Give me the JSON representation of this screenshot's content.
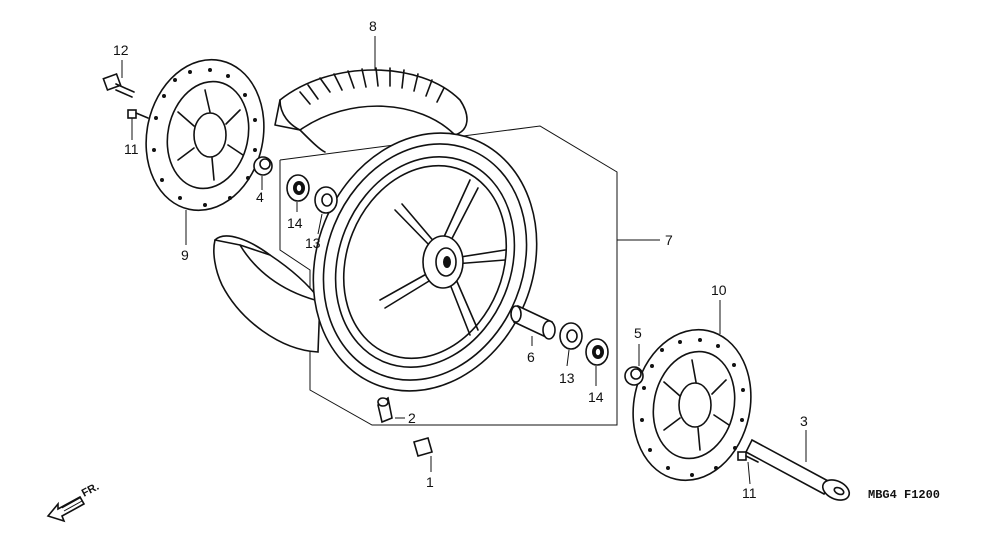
{
  "diagram": {
    "drawing_code": "MBG4  F1200",
    "direction_label": "FR.",
    "parts": [
      {
        "id": "part-1",
        "number": "1"
      },
      {
        "id": "part-2",
        "number": "2"
      },
      {
        "id": "part-3",
        "number": "3"
      },
      {
        "id": "part-4",
        "number": "4"
      },
      {
        "id": "part-5",
        "number": "5"
      },
      {
        "id": "part-6",
        "number": "6"
      },
      {
        "id": "part-7",
        "number": "7"
      },
      {
        "id": "part-8",
        "number": "8"
      },
      {
        "id": "part-9",
        "number": "9"
      },
      {
        "id": "part-10",
        "number": "10"
      },
      {
        "id": "part-11a",
        "number": "11"
      },
      {
        "id": "part-11b",
        "number": "11"
      },
      {
        "id": "part-12",
        "number": "12"
      },
      {
        "id": "part-13a",
        "number": "13"
      },
      {
        "id": "part-13b",
        "number": "13"
      },
      {
        "id": "part-14a",
        "number": "14"
      },
      {
        "id": "part-14b",
        "number": "14"
      }
    ]
  }
}
